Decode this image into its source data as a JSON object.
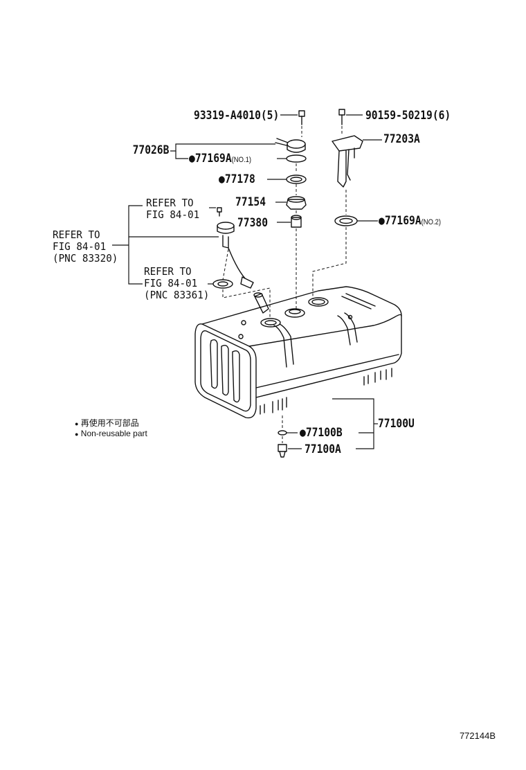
{
  "diagram": {
    "parts": {
      "p93319": {
        "label": "93319-A4010(5)"
      },
      "p90159": {
        "label": "90159-50219(6)"
      },
      "p77026B": {
        "label": "77026B"
      },
      "p77203A": {
        "label": "77203A"
      },
      "p77169A_no1": {
        "label": "77169A",
        "qualifier": "(NO.1)",
        "non_reusable": true
      },
      "p77178": {
        "label": "77178",
        "non_reusable": true
      },
      "p77154": {
        "label": "77154"
      },
      "p77380": {
        "label": "77380"
      },
      "p77169A_no2": {
        "label": "77169A",
        "qualifier": "(NO.2)",
        "non_reusable": true
      },
      "p77100U": {
        "label": "77100U"
      },
      "p77100B": {
        "label": "77100B",
        "non_reusable": true
      },
      "p77100A": {
        "label": "77100A"
      }
    },
    "references": {
      "ref1_line1": "REFER TO",
      "ref1_line2": "FIG 84-01",
      "ref2_line1": "REFER TO",
      "ref2_line2": "FIG 84-01",
      "ref2_line3": "(PNC 83320)",
      "ref3_line1": "REFER TO",
      "ref3_line2": "FIG 84-01",
      "ref3_line3": "(PNC 83361)"
    },
    "legend": {
      "zh": "再使用不可部品",
      "en": "Non-reusable part"
    },
    "figure_id": "772144B"
  }
}
